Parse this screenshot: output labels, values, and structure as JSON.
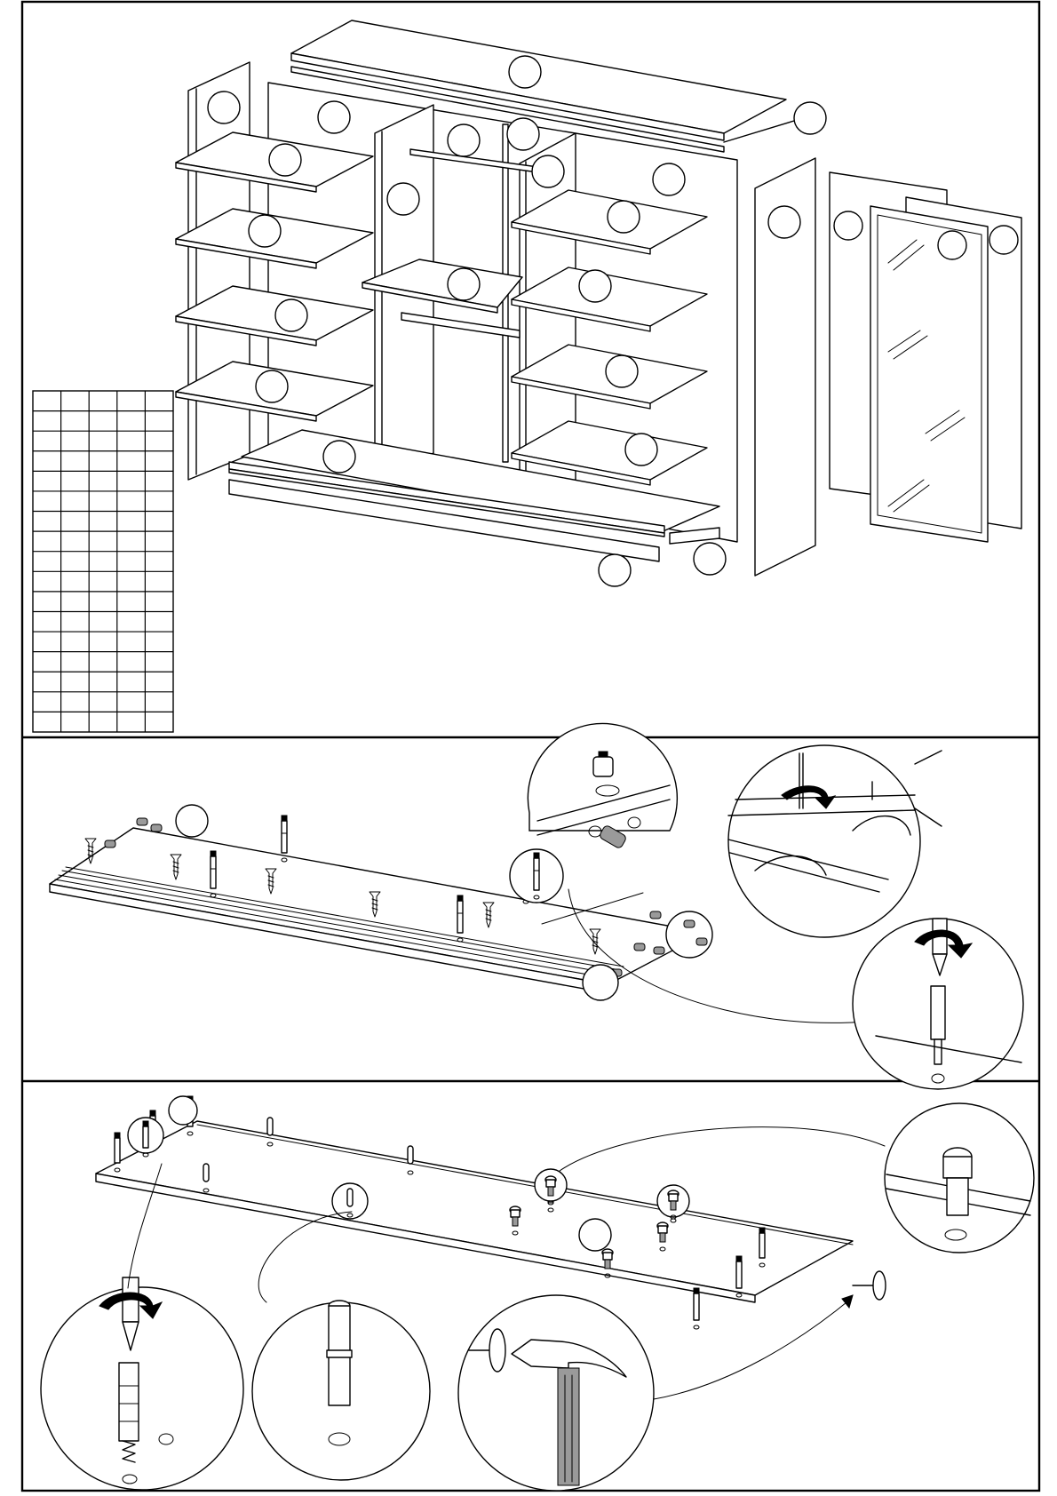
{
  "sheet": {
    "panels": [
      "exploded-view",
      "bottom-rail-assembly",
      "bottom-panel-fittings"
    ]
  },
  "parts_table": {
    "columns": 5,
    "rows": 17,
    "cells": []
  },
  "icons": {
    "rotation": "rotate-clockwise-arrow-icon",
    "screwdriver": "screwdriver-icon",
    "hammer": "hammer-icon"
  }
}
